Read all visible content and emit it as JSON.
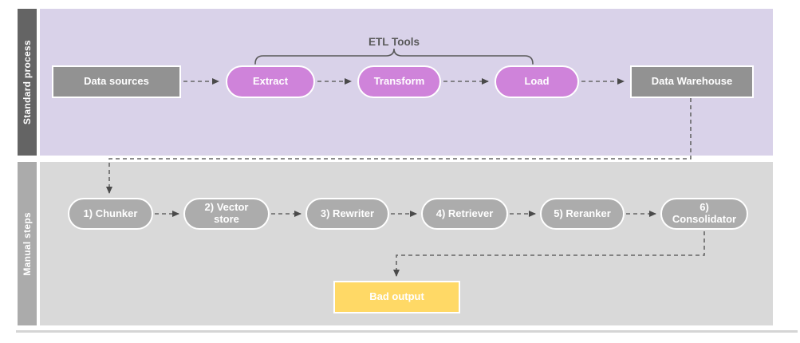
{
  "lanes": {
    "standard": {
      "label": "Standard process"
    },
    "manual": {
      "label": "Manual steps"
    }
  },
  "annotation": {
    "etl_tools_label": "ETL Tools"
  },
  "flow": {
    "standard_nodes": [
      {
        "label": "Data sources",
        "shape": "rectangle",
        "color": "#929292"
      },
      {
        "label": "Extract",
        "shape": "stadium",
        "color": "#cf83da"
      },
      {
        "label": "Transform",
        "shape": "stadium",
        "color": "#cf83da"
      },
      {
        "label": "Load",
        "shape": "stadium",
        "color": "#cf83da"
      },
      {
        "label": "Data Warehouse",
        "shape": "rectangle",
        "color": "#929292"
      }
    ],
    "manual_nodes": [
      {
        "label": "1) Chunker",
        "shape": "stadium",
        "color": "#acacac"
      },
      {
        "label": "2) Vector store",
        "shape": "stadium",
        "color": "#acacac"
      },
      {
        "label": "3) Rewriter",
        "shape": "stadium",
        "color": "#acacac"
      },
      {
        "label": "4) Retriever",
        "shape": "stadium",
        "color": "#acacac"
      },
      {
        "label": "5) Reranker",
        "shape": "stadium",
        "color": "#acacac"
      },
      {
        "label": "6) Consolidator",
        "shape": "stadium",
        "color": "#acacac"
      }
    ],
    "output_node": {
      "label": "Bad output",
      "shape": "rectangle",
      "color": "#ffd966"
    }
  },
  "colors": {
    "lane_standard_bg": "#d9d2e9",
    "lane_manual_bg": "#d9d9d9",
    "lane_standard_strip": "#646464",
    "lane_manual_strip": "#ababab",
    "connector_dash": "#666666",
    "arrowhead": "#4a4a4a",
    "brace": "#595959",
    "node_text": "#ffffff"
  }
}
